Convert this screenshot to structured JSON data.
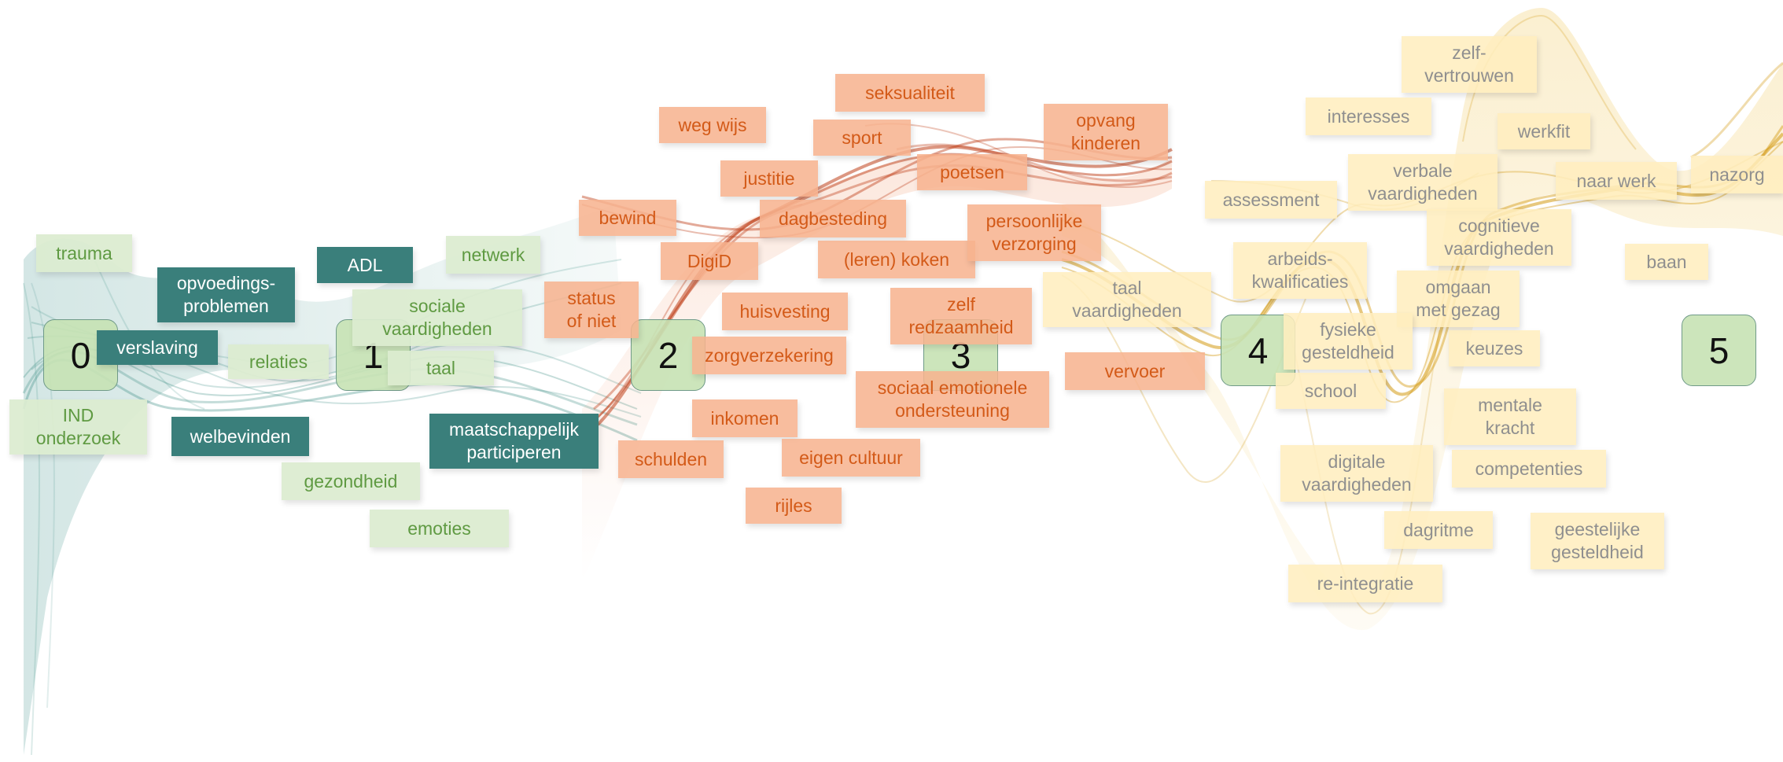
{
  "stages": [
    "0",
    "1",
    "2",
    "3",
    "4",
    "5"
  ],
  "labels": {
    "trauma": "trauma",
    "opvoedingsproblemen": "opvoedings-\nproblemen",
    "verslaving": "verslaving",
    "ind_onderzoek": "IND\nonderzoek",
    "welbevinden": "welbevinden",
    "relaties": "relaties",
    "gezondheid": "gezondheid",
    "emoties": "emoties",
    "adl": "ADL",
    "netwerk": "netwerk",
    "sociale_vaardigheden": "sociale\nvaardigheden",
    "taal": "taal",
    "maatschappelijk_participeren": "maatschappelijk\nparticiperen",
    "status_of_niet": "status\nof niet",
    "bewind": "bewind",
    "weg_wijs": "weg wijs",
    "seksualiteit": "seksualiteit",
    "sport": "sport",
    "justitie": "justitie",
    "poetsen": "poetsen",
    "opvang_kinderen": "opvang\nkinderen",
    "dagbesteding": "dagbesteding",
    "digid": "DigiD",
    "leren_koken": "(leren) koken",
    "persoonlijke_verzorging": "persoonlijke\nverzorging",
    "huisvesting": "huisvesting",
    "zelfredzaamheid": "zelf\nredzaamheid",
    "zorgverzekering": "zorgverzekering",
    "sociaal_emotionele_ondersteuning": "sociaal emotionele\nondersteuning",
    "vervoer": "vervoer",
    "inkomen": "inkomen",
    "schulden": "schulden",
    "eigen_cultuur": "eigen cultuur",
    "rijles": "rijles",
    "taal_vaardigheden": "taal\nvaardigheden",
    "zelfvertrouwen": "zelf-\nvertrouwen",
    "interesses": "interesses",
    "werkfit": "werkfit",
    "verbale_vaardigheden": "verbale\nvaardigheden",
    "naar_werk": "naar werk",
    "nazorg": "nazorg",
    "assessment": "assessment",
    "cognitieve_vaardigheden": "cognitieve\nvaardigheden",
    "arbeidskwalificaties": "arbeids-\nkwalificaties",
    "omgaan_met_gezag": "omgaan\nmet gezag",
    "baan": "baan",
    "fysieke_gesteldheid": "fysieke\ngesteldheid",
    "keuzes": "keuzes",
    "school": "school",
    "mentale_kracht": "mentale\nkracht",
    "digitale_vaardigheden": "digitale\nvaardigheden",
    "competenties": "competenties",
    "dagritme": "dagritme",
    "geestelijke_gesteldheid": "geestelijke\ngesteldheid",
    "re_integratie": "re-integratie"
  },
  "colors": {
    "teal": "#3a7f7b",
    "green_label": "#dcecd0",
    "orange_label": "#f7b28e",
    "yellow_label": "#ffeebe",
    "stage_fill": "#c6e2b4",
    "red_wave": "#b8361a",
    "gold_wave": "#d9a21f"
  }
}
